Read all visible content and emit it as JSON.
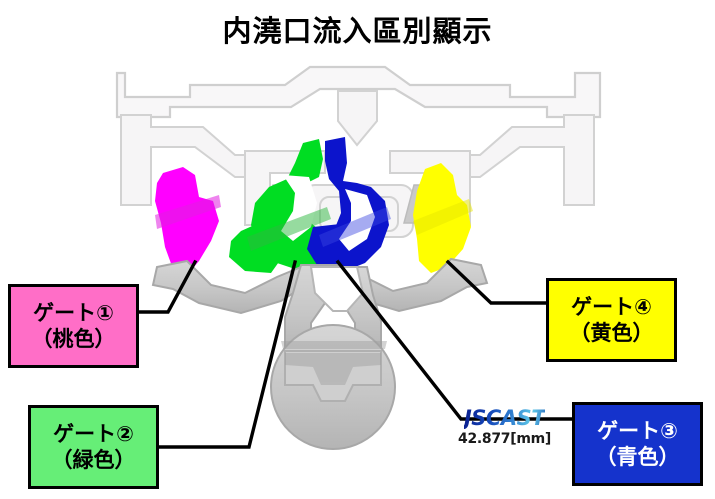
{
  "page": {
    "title": "内澆口流入區別顯示",
    "background_color": "#ffffff"
  },
  "diagram": {
    "name": "casting-gate-flow-region-diagram",
    "description_colors": {
      "gate1": "#ff00ff",
      "gate2": "#00cc22",
      "gate3": "#0c14cc",
      "gate4": "#ffff00",
      "runner": "#c3c3c3",
      "casting": "#f7f5f7"
    }
  },
  "callouts": [
    {
      "id": "gate1",
      "line1": "ゲート①",
      "line2": "（桃色）",
      "bg": "#ff6ec7",
      "text_color": "#000000"
    },
    {
      "id": "gate2",
      "line1": "ゲート②",
      "line2": "（緑色）",
      "bg": "#66ee77",
      "text_color": "#000000"
    },
    {
      "id": "gate3",
      "line1": "ゲート③",
      "line2": "（青色）",
      "bg": "#1533cc",
      "text_color": "#ffffff"
    },
    {
      "id": "gate4",
      "line1": "ゲート④",
      "line2": "（黄色）",
      "bg": "#ffff00",
      "text_color": "#000000"
    }
  ],
  "watermark": {
    "logo": "JSCAST",
    "value": "42.877[mm]"
  }
}
